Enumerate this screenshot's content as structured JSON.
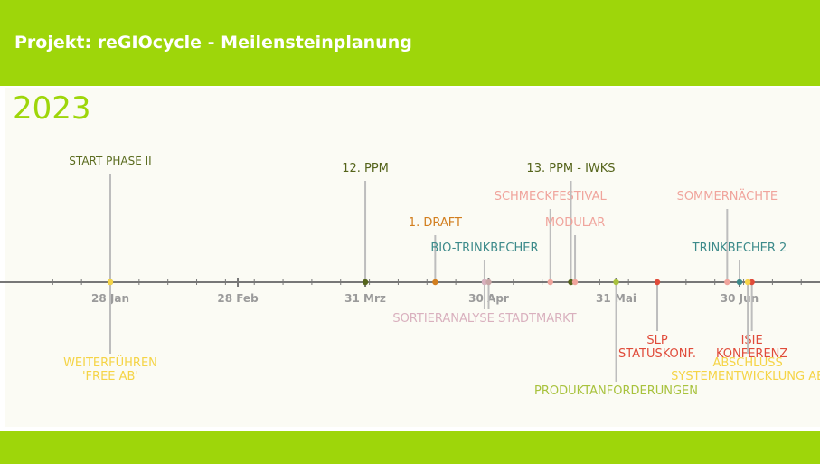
{
  "header": {
    "title": "Projekt: reGIOcycle - Meilensteinplanung"
  },
  "year": "2023",
  "timeline": {
    "months": [
      {
        "label": "28 Jan",
        "date": "2023-01-28"
      },
      {
        "label": "28 Feb",
        "date": "2023-02-28"
      },
      {
        "label": "31 Mrz",
        "date": "2023-03-31"
      },
      {
        "label": "30 Apr",
        "date": "2023-04-30"
      },
      {
        "label": "31 Mai",
        "date": "2023-05-31"
      },
      {
        "label": "30 Jun",
        "date": "2023-06-30"
      }
    ],
    "milestones": [
      {
        "id": "start-phase-2",
        "lines": [
          "START PHASE II"
        ],
        "date": "2023-01-28",
        "color": "#5a6b1e",
        "above": true,
        "tier": 4,
        "small": true
      },
      {
        "id": "12-ppm",
        "lines": [
          "12. PPM"
        ],
        "date": "2023-03-31",
        "color": "#55641b",
        "above": true,
        "tier": 3
      },
      {
        "id": "1-draft",
        "lines": [
          "1. DRAFT"
        ],
        "date": "2023-04-17",
        "color": "#d27e1e",
        "above": true,
        "tier": 1
      },
      {
        "id": "bio-trinkbecher",
        "lines": [
          "BIO-TRINKBECHER"
        ],
        "date": "2023-04-29",
        "color": "#3c8a8a",
        "above": true,
        "tier": 0
      },
      {
        "id": "schmeckfestival",
        "lines": [
          "SCHMECKFESTIVAL"
        ],
        "date": "2023-05-15",
        "color": "#f0a49c",
        "above": true,
        "tier": 2
      },
      {
        "id": "13-ppm-iwks",
        "lines": [
          "13. PPM - IWKS"
        ],
        "date": "2023-05-20",
        "color": "#55641b",
        "above": true,
        "tier": 3
      },
      {
        "id": "modular",
        "lines": [
          "MODULAR"
        ],
        "date": "2023-05-21",
        "color": "#f0a49c",
        "above": true,
        "tier": 1
      },
      {
        "id": "sommernaechte",
        "lines": [
          "SOMMERNÄCHTE"
        ],
        "date": "2023-06-27",
        "color": "#f0a49c",
        "above": true,
        "tier": 2
      },
      {
        "id": "trinkbecher-2",
        "lines": [
          "TRINKBECHER 2"
        ],
        "date": "2023-06-30",
        "color": "#3c8a8a",
        "above": true,
        "tier": 0
      },
      {
        "id": "weiterfuehren",
        "lines": [
          "WEITERFÜHREN",
          "'FREE AB'"
        ],
        "date": "2023-01-28",
        "color": "#f5d447",
        "above": false,
        "tier": 2
      },
      {
        "id": "sortieranalyse",
        "lines": [
          "SORTIERANALYSE STADTMARKT"
        ],
        "date": "2023-04-29",
        "color": "#d9b0be",
        "above": false,
        "tier": 0
      },
      {
        "id": "rot-marke",
        "lines": [],
        "date": "2023-04-30",
        "color": "#c9a6a6",
        "above": false,
        "tier": 0
      },
      {
        "id": "produktanforderungen",
        "lines": [
          "PRODUKTANFORDERUNGEN"
        ],
        "date": "2023-05-31",
        "color": "#a8c23d",
        "above": false,
        "tier": 3
      },
      {
        "id": "slp-statuskonf",
        "lines": [
          "SLP",
          "STATUSKONF."
        ],
        "date": "2023-06-10",
        "color": "#e04b3a",
        "above": false,
        "tier": 1
      },
      {
        "id": "isie-konferenz",
        "lines": [
          "ISIE",
          "KONFERENZ"
        ],
        "date": "2023-07-03",
        "color": "#e04b3a",
        "above": false,
        "tier": 1
      },
      {
        "id": "abschluss",
        "lines": [
          "ABSCHLUSS",
          "SYSTEMENTWICKLUNG AB"
        ],
        "date": "2023-07-02",
        "color": "#f5d447",
        "above": false,
        "tier": 2
      }
    ]
  }
}
